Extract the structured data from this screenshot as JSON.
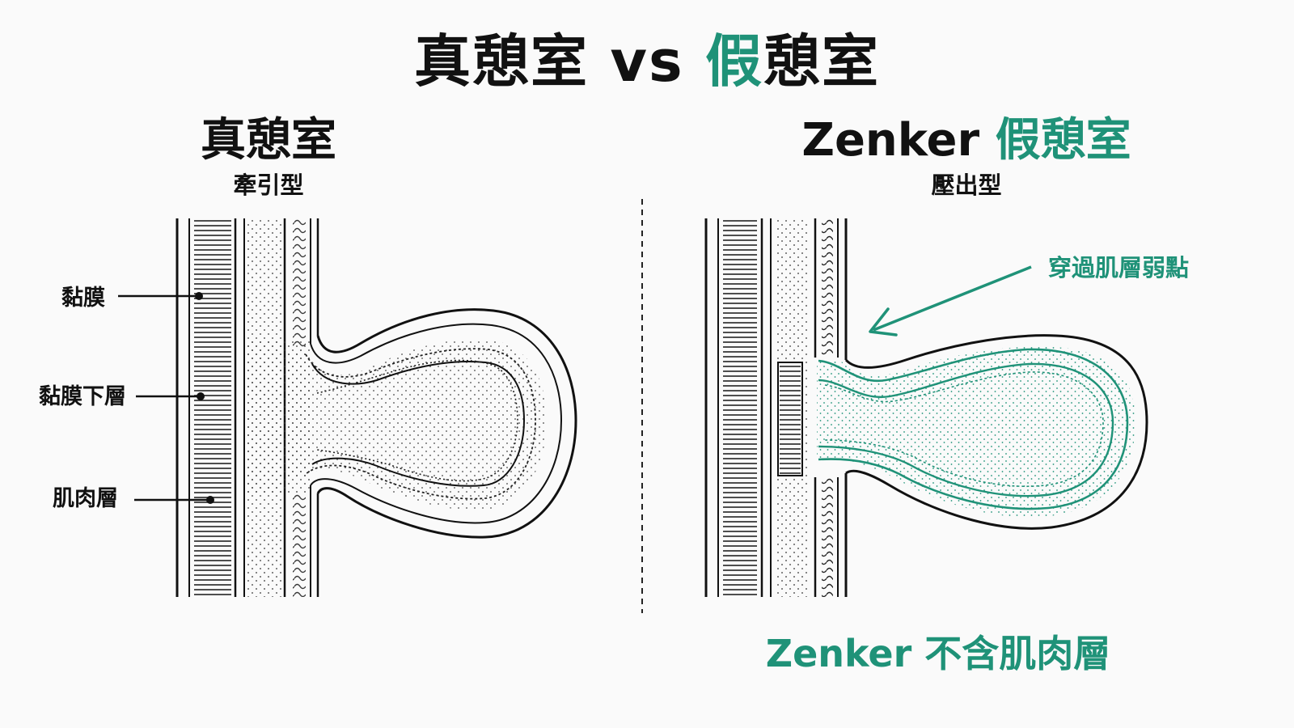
{
  "title": {
    "part1": "真憩室",
    "vs": " vs ",
    "part2_highlight": "假",
    "part2_rest": "憩室"
  },
  "left_panel": {
    "title": "真憩室",
    "subtitle": "牽引型",
    "labels": {
      "mucosa": "黏膜",
      "submucosa": "黏膜下層",
      "muscle": "肌肉層"
    }
  },
  "right_panel": {
    "title_prefix": "Zenker ",
    "title_highlight": "假憩室",
    "subtitle": "壓出型",
    "annotation": "穿過肌層弱點",
    "bottom_note": "Zenker 不含肌肉層"
  },
  "colors": {
    "accent": "#1f9278",
    "ink": "#111111",
    "background": "#fafafa"
  }
}
